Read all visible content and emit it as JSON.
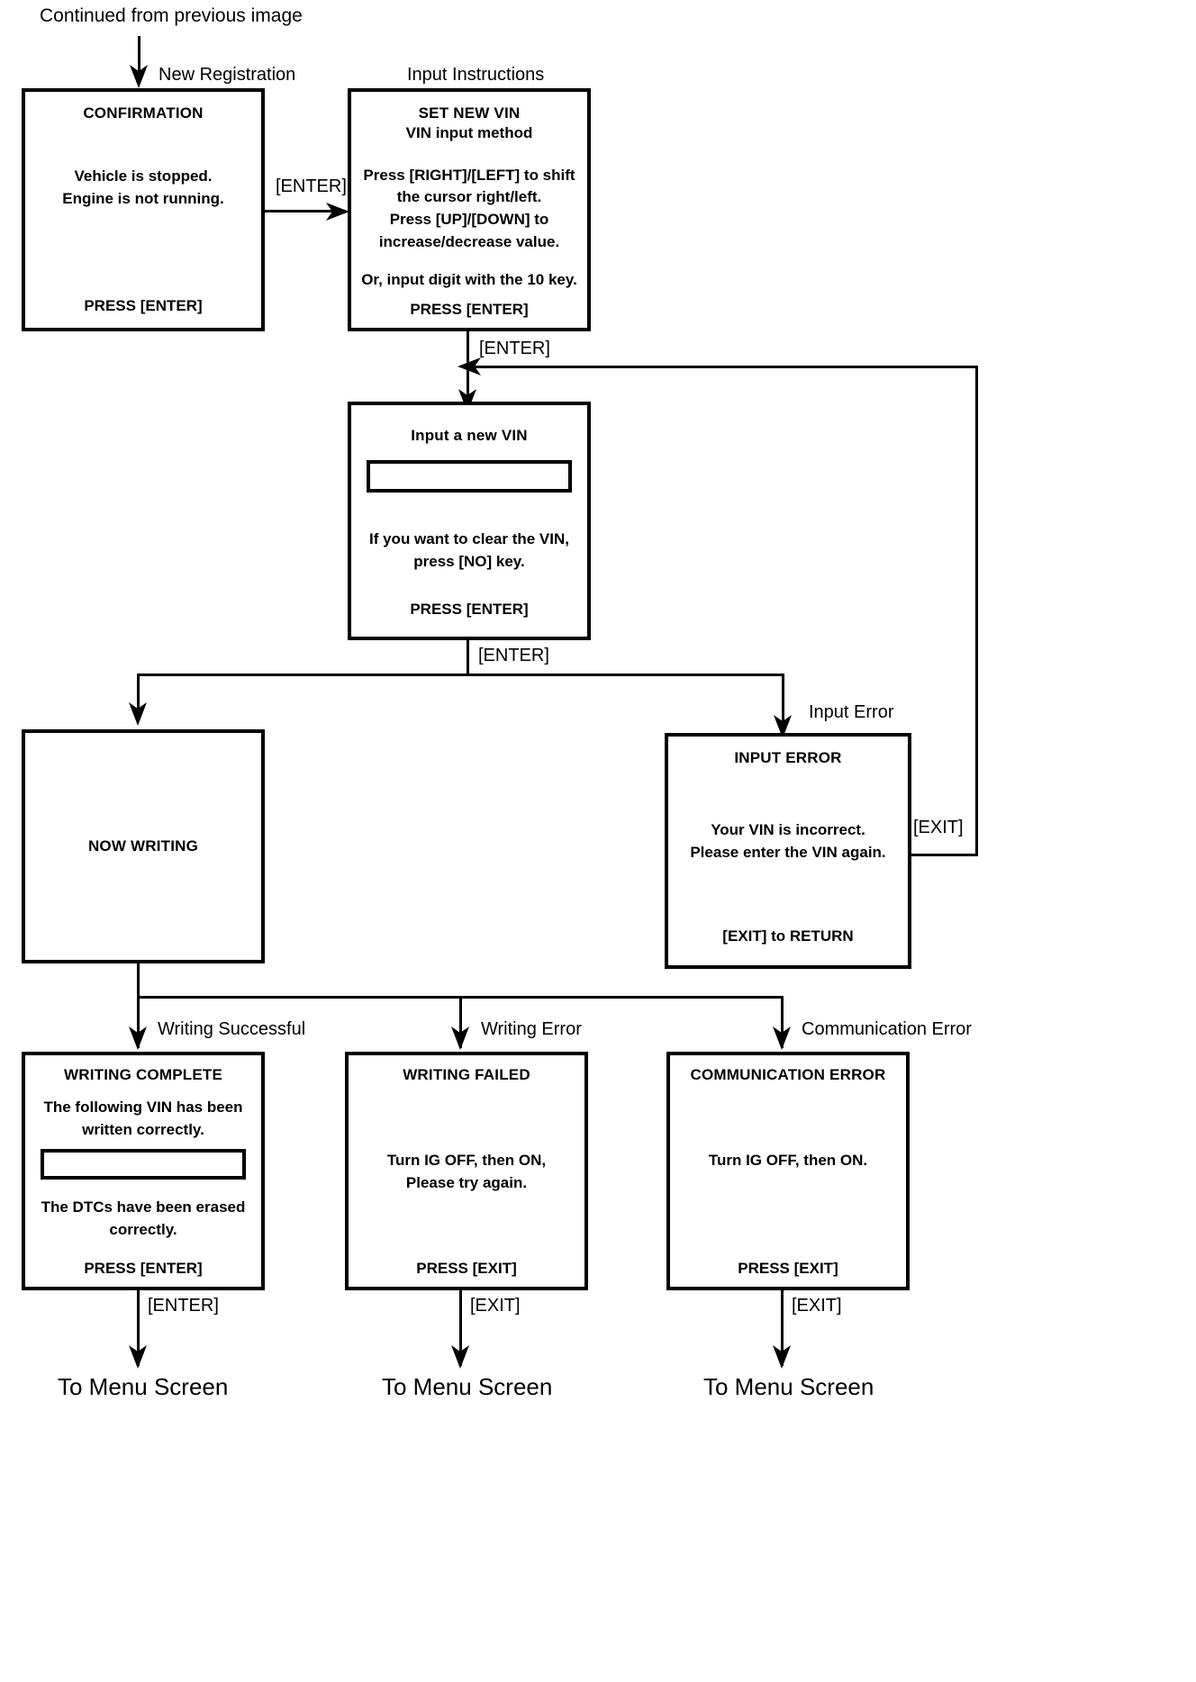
{
  "diagram": {
    "title_note": "Continued from previous image",
    "terminal_label": "To Menu Screen"
  },
  "captions": {
    "new_registration": "New Registration",
    "input_instructions": "Input Instructions",
    "input_error": "Input Error",
    "writing_successful": "Writing Successful",
    "writing_error": "Writing Error",
    "communication_error": "Communication Error"
  },
  "edge_labels": {
    "enter_1": "[ENTER]",
    "enter_2": "[ENTER]",
    "enter_3": "[ENTER]",
    "exit_loop": "[EXIT]",
    "enter_bottom": "[ENTER]",
    "exit_bottom_1": "[EXIT]",
    "exit_bottom_2": "[EXIT]"
  },
  "screens": {
    "confirmation": {
      "title": "CONFIRMATION",
      "lines": [
        "Vehicle is stopped.",
        "Engine is not running."
      ],
      "footer": "PRESS [ENTER]"
    },
    "set_new_vin": {
      "title": "SET NEW VIN",
      "subtitle": "VIN input method",
      "lines": [
        "Press [RIGHT]/[LEFT] to shift",
        "the cursor right/left.",
        "Press [UP]/[DOWN] to",
        "increase/decrease value."
      ],
      "note": "Or, input digit with the 10 key.",
      "footer": "PRESS [ENTER]"
    },
    "input_vin": {
      "title": "Input a new VIN",
      "field_value": "",
      "lines": [
        "If you want to clear the VIN,",
        "press [NO] key."
      ],
      "footer": "PRESS [ENTER]"
    },
    "now_writing": {
      "title": "NOW WRITING"
    },
    "input_error": {
      "title": "INPUT ERROR",
      "lines": [
        "Your VIN is incorrect.",
        "Please enter the VIN again."
      ],
      "footer": "[EXIT] to RETURN"
    },
    "writing_complete": {
      "title": "WRITING COMPLETE",
      "lines_top": [
        "The following VIN has been",
        "written correctly."
      ],
      "field_value": "",
      "lines_bottom": [
        "The DTCs have been erased",
        "correctly."
      ],
      "footer": "PRESS [ENTER]"
    },
    "writing_failed": {
      "title": "WRITING FAILED",
      "lines": [
        "Turn IG OFF, then ON,",
        "Please try again."
      ],
      "footer": "PRESS [EXIT]"
    },
    "communication_error": {
      "title": "COMMUNICATION ERROR",
      "lines": [
        "Turn IG OFF, then ON."
      ],
      "footer": "PRESS [EXIT]"
    }
  },
  "terminals": {
    "t1": "To Menu Screen",
    "t2": "To Menu Screen",
    "t3": "To Menu Screen"
  }
}
